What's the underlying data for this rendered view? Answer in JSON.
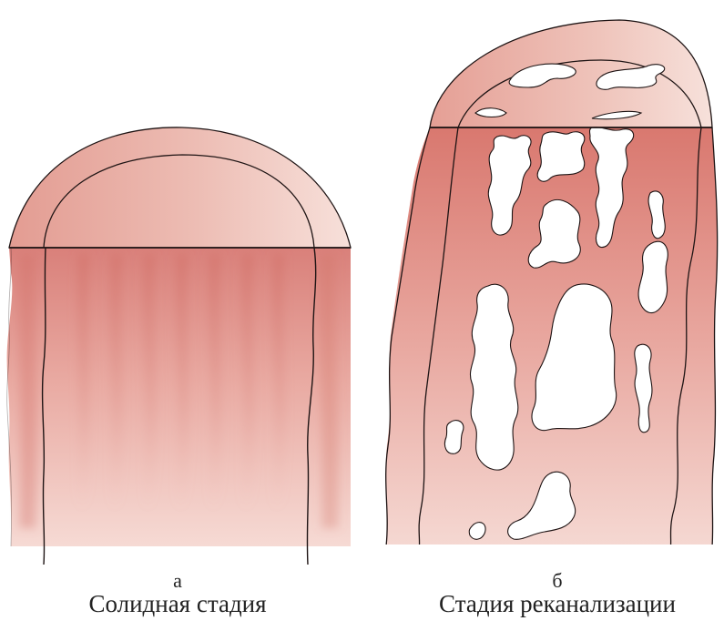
{
  "panels": [
    {
      "letter": "а",
      "caption": "Солидная стадия"
    },
    {
      "letter": "б",
      "caption": "Стадия реканализации"
    }
  ],
  "colors": {
    "tissue_dark": "#d97a72",
    "tissue_mid": "#e7a39b",
    "tissue_light": "#f5d9d3",
    "cap_light": "#f6dcd4",
    "outline": "#1e1414",
    "lumen": "#ffffff"
  }
}
